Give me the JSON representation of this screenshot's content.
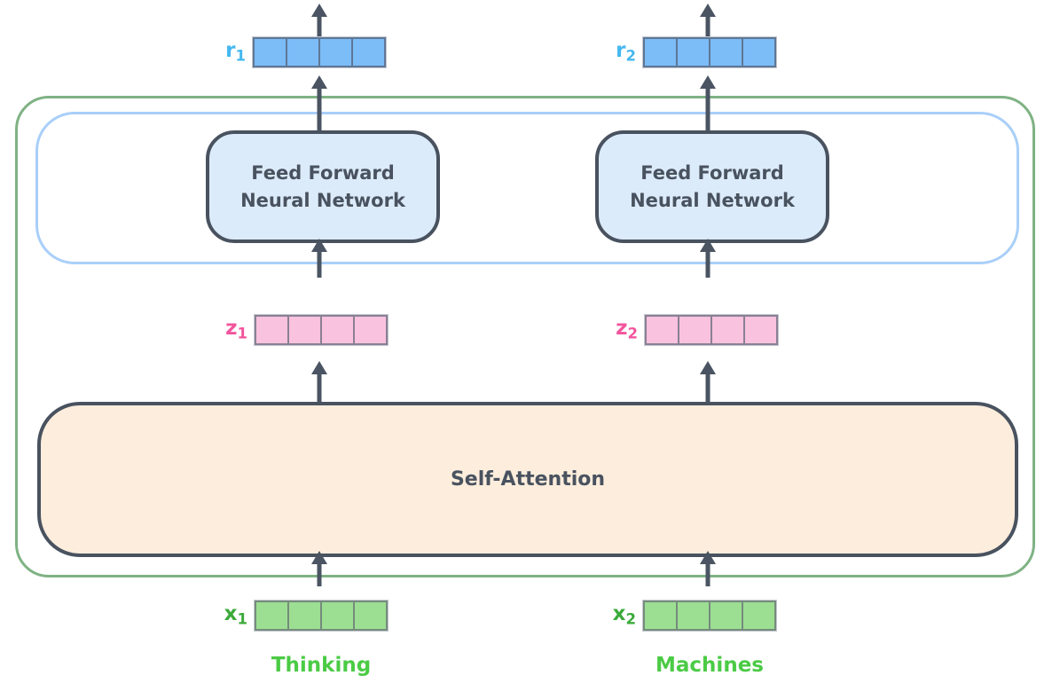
{
  "colors": {
    "arrow": "#4A5462",
    "dark_border": "#49525F",
    "dark_text": "#49525F",
    "green_box_border": "#7FB284",
    "blue_box_border": "#A9CFF9",
    "ffnn_fill": "#DCEBFA",
    "attention_fill": "#FCEDDC",
    "r_fill": "#7CBCF7",
    "r_cell_border": "#5E7796",
    "z_fill": "#F9C2DE",
    "z_cell_border": "#8A8094",
    "x_fill": "#9CDF92",
    "x_cell_border": "#768B7D",
    "vector_rim": "#C4C8CF",
    "r_label": "#45B8F0",
    "z_label": "#F2559D",
    "x_label": "#3BAA39",
    "word_color": "#4BCB45"
  },
  "vectors": {
    "cells_per_vector": 4
  },
  "attention": {
    "label": "Self-Attention"
  },
  "columns": [
    {
      "word": "Thinking",
      "ffnn_line1": "Feed Forward",
      "ffnn_line2": "Neural Network",
      "input_base": "x",
      "input_sub": "1",
      "z_base": "z",
      "z_sub": "1",
      "r_base": "r",
      "r_sub": "1"
    },
    {
      "word": "Machines",
      "ffnn_line1": "Feed Forward",
      "ffnn_line2": "Neural Network",
      "input_base": "x",
      "input_sub": "2",
      "z_base": "z",
      "z_sub": "2",
      "r_base": "r",
      "r_sub": "2"
    }
  ]
}
